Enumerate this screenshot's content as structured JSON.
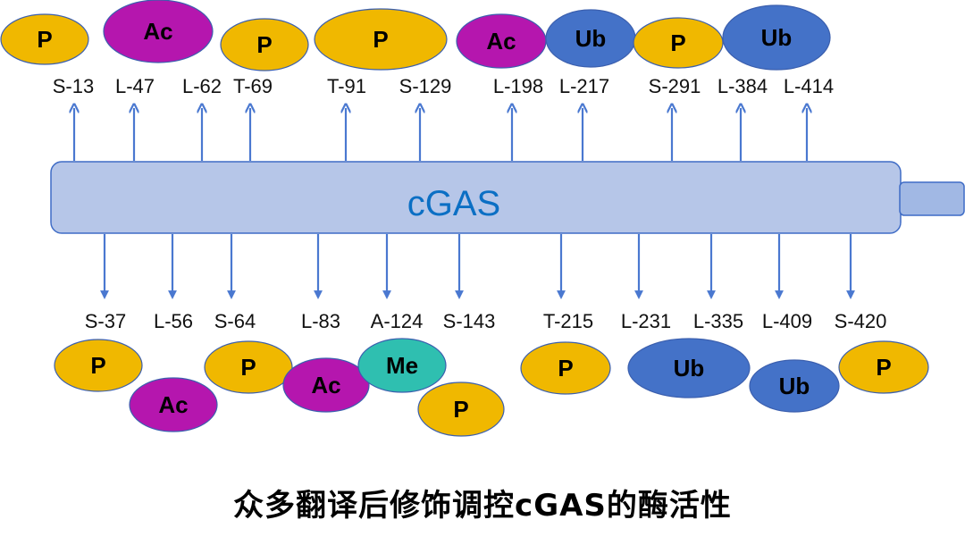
{
  "protein": {
    "name": "cGAS"
  },
  "colors": {
    "P": "#f0b800",
    "Ac": "#b516ae",
    "Ub": "#4472c8",
    "Me": "#2fbfb0",
    "arrow": "#4a78d0",
    "protein_fill": "#b6c6e8",
    "protein_stroke": "#3f6cc6",
    "protein_text": "#0b6fc4"
  },
  "modifications": {
    "P": "P",
    "Ac": "Ac",
    "Ub": "Ub",
    "Me": "Me"
  },
  "top_sites": [
    {
      "site": "S-13",
      "mod": "P"
    },
    {
      "site": "L-47",
      "mod": "Ac"
    },
    {
      "site": "L-62",
      "mod": ""
    },
    {
      "site": "T-69",
      "mod": "P"
    },
    {
      "site": "T-91",
      "mod": "P"
    },
    {
      "site": "S-129",
      "mod": ""
    },
    {
      "site": "L-198",
      "mod": "Ac"
    },
    {
      "site": "L-217",
      "mod": "Ub"
    },
    {
      "site": "S-291",
      "mod": "P"
    },
    {
      "site": "L-384",
      "mod": "Ub"
    },
    {
      "site": "L-414",
      "mod": ""
    }
  ],
  "top_badges": [
    "P",
    "Ac",
    "P",
    "P",
    "Ac",
    "Ub",
    "P",
    "Ub"
  ],
  "bottom_sites": [
    {
      "site": "S-37",
      "mod": "P"
    },
    {
      "site": "L-56",
      "mod": "Ac"
    },
    {
      "site": "S-64",
      "mod": "P"
    },
    {
      "site": "L-83",
      "mod": "Ac"
    },
    {
      "site": "A-124",
      "mod": "Me"
    },
    {
      "site": "S-143",
      "mod": "P"
    },
    {
      "site": "T-215",
      "mod": "P"
    },
    {
      "site": "L-231",
      "mod": "Ub"
    },
    {
      "site": "L-335",
      "mod": ""
    },
    {
      "site": "L-409",
      "mod": "Ub"
    },
    {
      "site": "S-420",
      "mod": "P"
    }
  ],
  "bottom_badges": [
    "P",
    "Ac",
    "P",
    "Ac",
    "Me",
    "P",
    "P",
    "Ub",
    "Ub",
    "P"
  ],
  "caption": "众多翻译后修饰调控cGAS的酶活性"
}
